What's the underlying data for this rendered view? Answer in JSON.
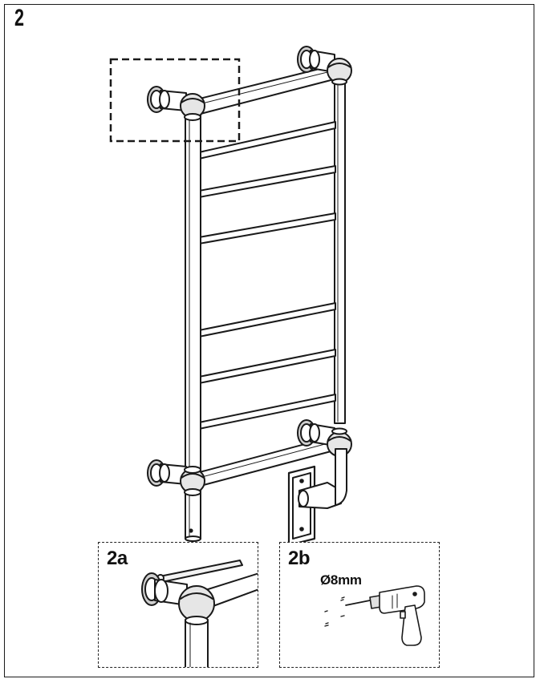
{
  "step": {
    "number": "2"
  },
  "insets": {
    "detail_a": {
      "label": "2a"
    },
    "detail_b": {
      "label": "2b",
      "drill_size": "Ø8mm"
    }
  },
  "icons": {
    "towel_rail": "heated-towel-rail-icon",
    "drill": "power-drill-icon",
    "focus_box": "dashed-focus-box-icon",
    "wall_bracket": "wall-bracket-icon"
  },
  "colors": {
    "line": "#1a1a1a",
    "fill": "#ffffff",
    "shade": "#bdbdbd"
  }
}
